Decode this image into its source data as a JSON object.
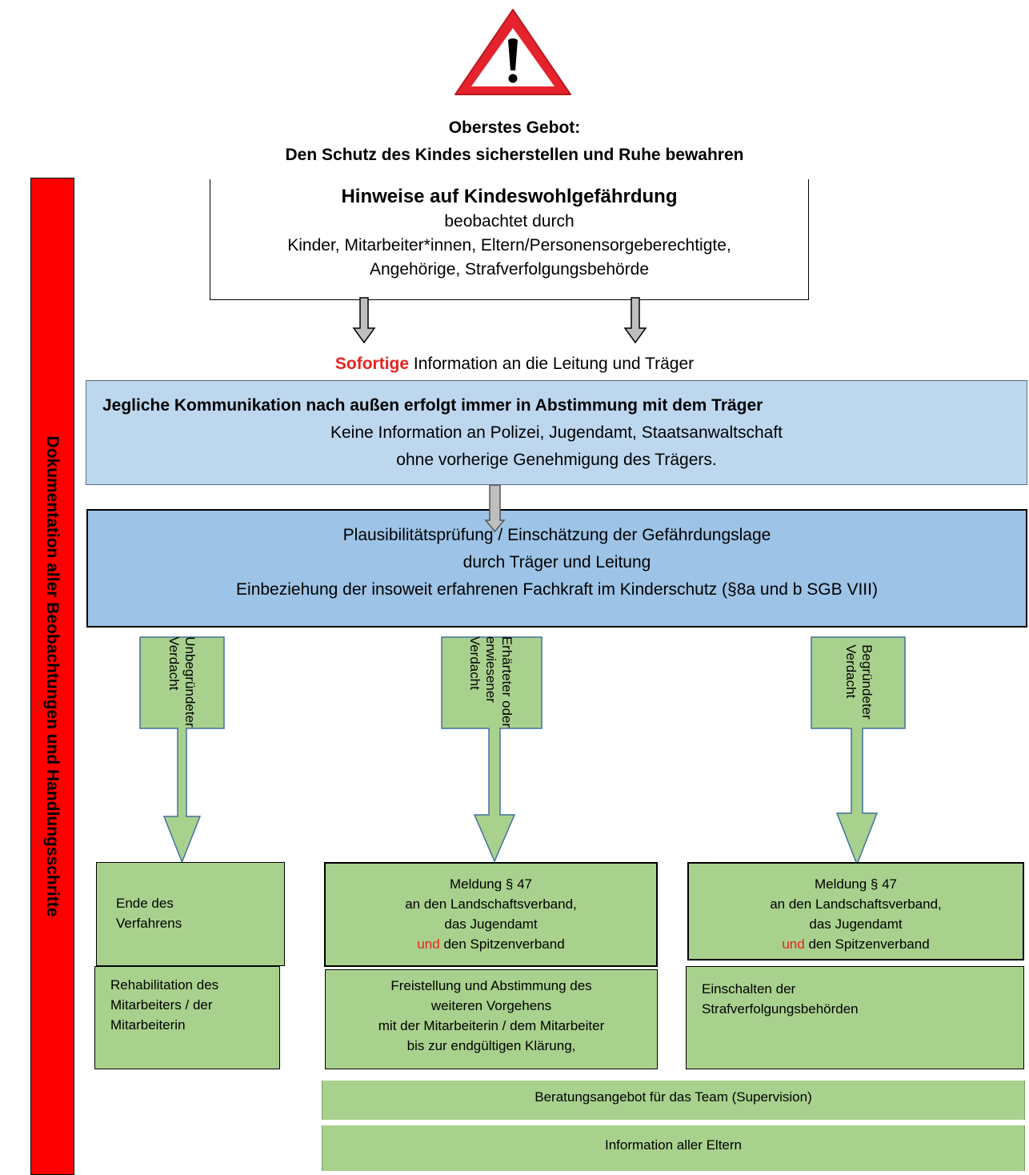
{
  "header": {
    "line1": "Oberstes Gebot:",
    "line2": "Den Schutz des Kindes sicherstellen und Ruhe bewahren"
  },
  "side_label": "Dokumentation aller Beobachtungen und Handlungsschritte",
  "hinweise": {
    "title": "Hinweise auf Kindeswohlgefährdung",
    "line1": "beobachtet durch",
    "line2": "Kinder, Mitarbeiter*innen, Eltern/Personensorgeberechtigte,",
    "line3": "Angehörige, Strafverfolgungsbehörde"
  },
  "sofortige": {
    "emphasis": "Sofortige",
    "rest": "Information an die Leitung und Träger"
  },
  "kommunikation": {
    "line1": "Jegliche Kommunikation nach außen erfolgt immer in Abstimmung mit dem Träger",
    "line2": "Keine Information an Polizei, Jugendamt, Staatsanwaltschaft",
    "line3": "ohne vorherige Genehmigung des Trägers."
  },
  "plausi": {
    "line1": "Plausibilitätsprüfung / Einschätzung der Gefährdungslage",
    "line2": "durch Träger und Leitung",
    "line3": "Einbeziehung der insoweit erfahrenen Fachkraft im Kinderschutz (§8a und b SGB VIII)"
  },
  "branches": {
    "left": [
      "Unbegründeter",
      "Verdacht"
    ],
    "middle": [
      "Erhärteter oder",
      "erwiesener",
      "Verdacht"
    ],
    "right": [
      "Begründeter",
      "Verdacht"
    ]
  },
  "outcomes": {
    "end": [
      "Ende des",
      "Verfahrens"
    ],
    "reha": [
      "Rehabilitation des",
      "Mitarbeiters / der",
      "Mitarbeiterin"
    ],
    "meldung": {
      "line1": "Meldung § 47",
      "line2": "an den Landschaftsverband,",
      "line3": "das Jugendamt",
      "und": "und",
      "line4": "den Spitzenverband"
    },
    "freistellung": [
      "Freistellung und Abstimmung des",
      "weiteren Vorgehens",
      "mit der Mitarbeiterin / dem Mitarbeiter",
      "bis zur endgültigen Klärung,"
    ],
    "strafverf": [
      "Einschalten der",
      "Strafverfolgungsbehörden"
    ],
    "beratung": "Beratungsangebot für das Team (Supervision)",
    "eltern": "Information aller Eltern"
  },
  "colors": {
    "warning_red": "#e4232c",
    "side_bar": "#ff0000",
    "light_blue": "#bdd7ee",
    "medium_blue": "#9dc3e6",
    "green": "#a9d18e"
  }
}
